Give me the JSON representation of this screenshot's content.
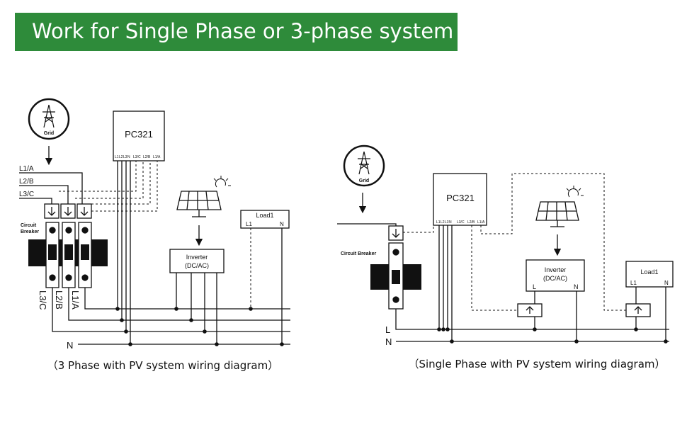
{
  "title": "Work for Single Phase or 3-phase system",
  "colors": {
    "banner": "#2e8b3a",
    "line": "#111111"
  },
  "left": {
    "grid_label": "Grid",
    "device": "PC321",
    "device_terminals": [
      "L1",
      "L2",
      "L3",
      "N",
      "L3/C",
      "L2/B",
      "L1/A"
    ],
    "lines": [
      "L1/A",
      "L2/B",
      "L3/C"
    ],
    "breaker_label_1": "Circuit",
    "breaker_label_2": "Breaker",
    "breaker_out": [
      "L3/C",
      "L2/B",
      "L1/A"
    ],
    "inverter_1": "Inverter",
    "inverter_2": "(DC/AC)",
    "load": "Load1",
    "load_l": "L1",
    "load_n": "N",
    "neutral": "N",
    "caption": "（3 Phase with PV system wiring diagram）",
    "icons": [
      "grid-tower-icon",
      "solar-panel-icon",
      "sun-icon",
      "ct-clamp-icon"
    ]
  },
  "right": {
    "grid_label": "Grid",
    "device": "PC321",
    "device_terminals": [
      "L1",
      "L2",
      "L3",
      "N",
      "L3/C",
      "L2/B",
      "L1/A"
    ],
    "breaker_label": "Circuit Breaker",
    "inverter_1": "Inverter",
    "inverter_2": "(DC/AC)",
    "inv_l": "L",
    "inv_n": "N",
    "load": "Load1",
    "load_l": "L1",
    "load_n": "N",
    "bus_l": "L",
    "bus_n": "N",
    "caption": "（Single Phase with PV system wiring diagram）",
    "icons": [
      "grid-tower-icon",
      "solar-panel-icon",
      "sun-icon",
      "ct-clamp-icon"
    ]
  }
}
